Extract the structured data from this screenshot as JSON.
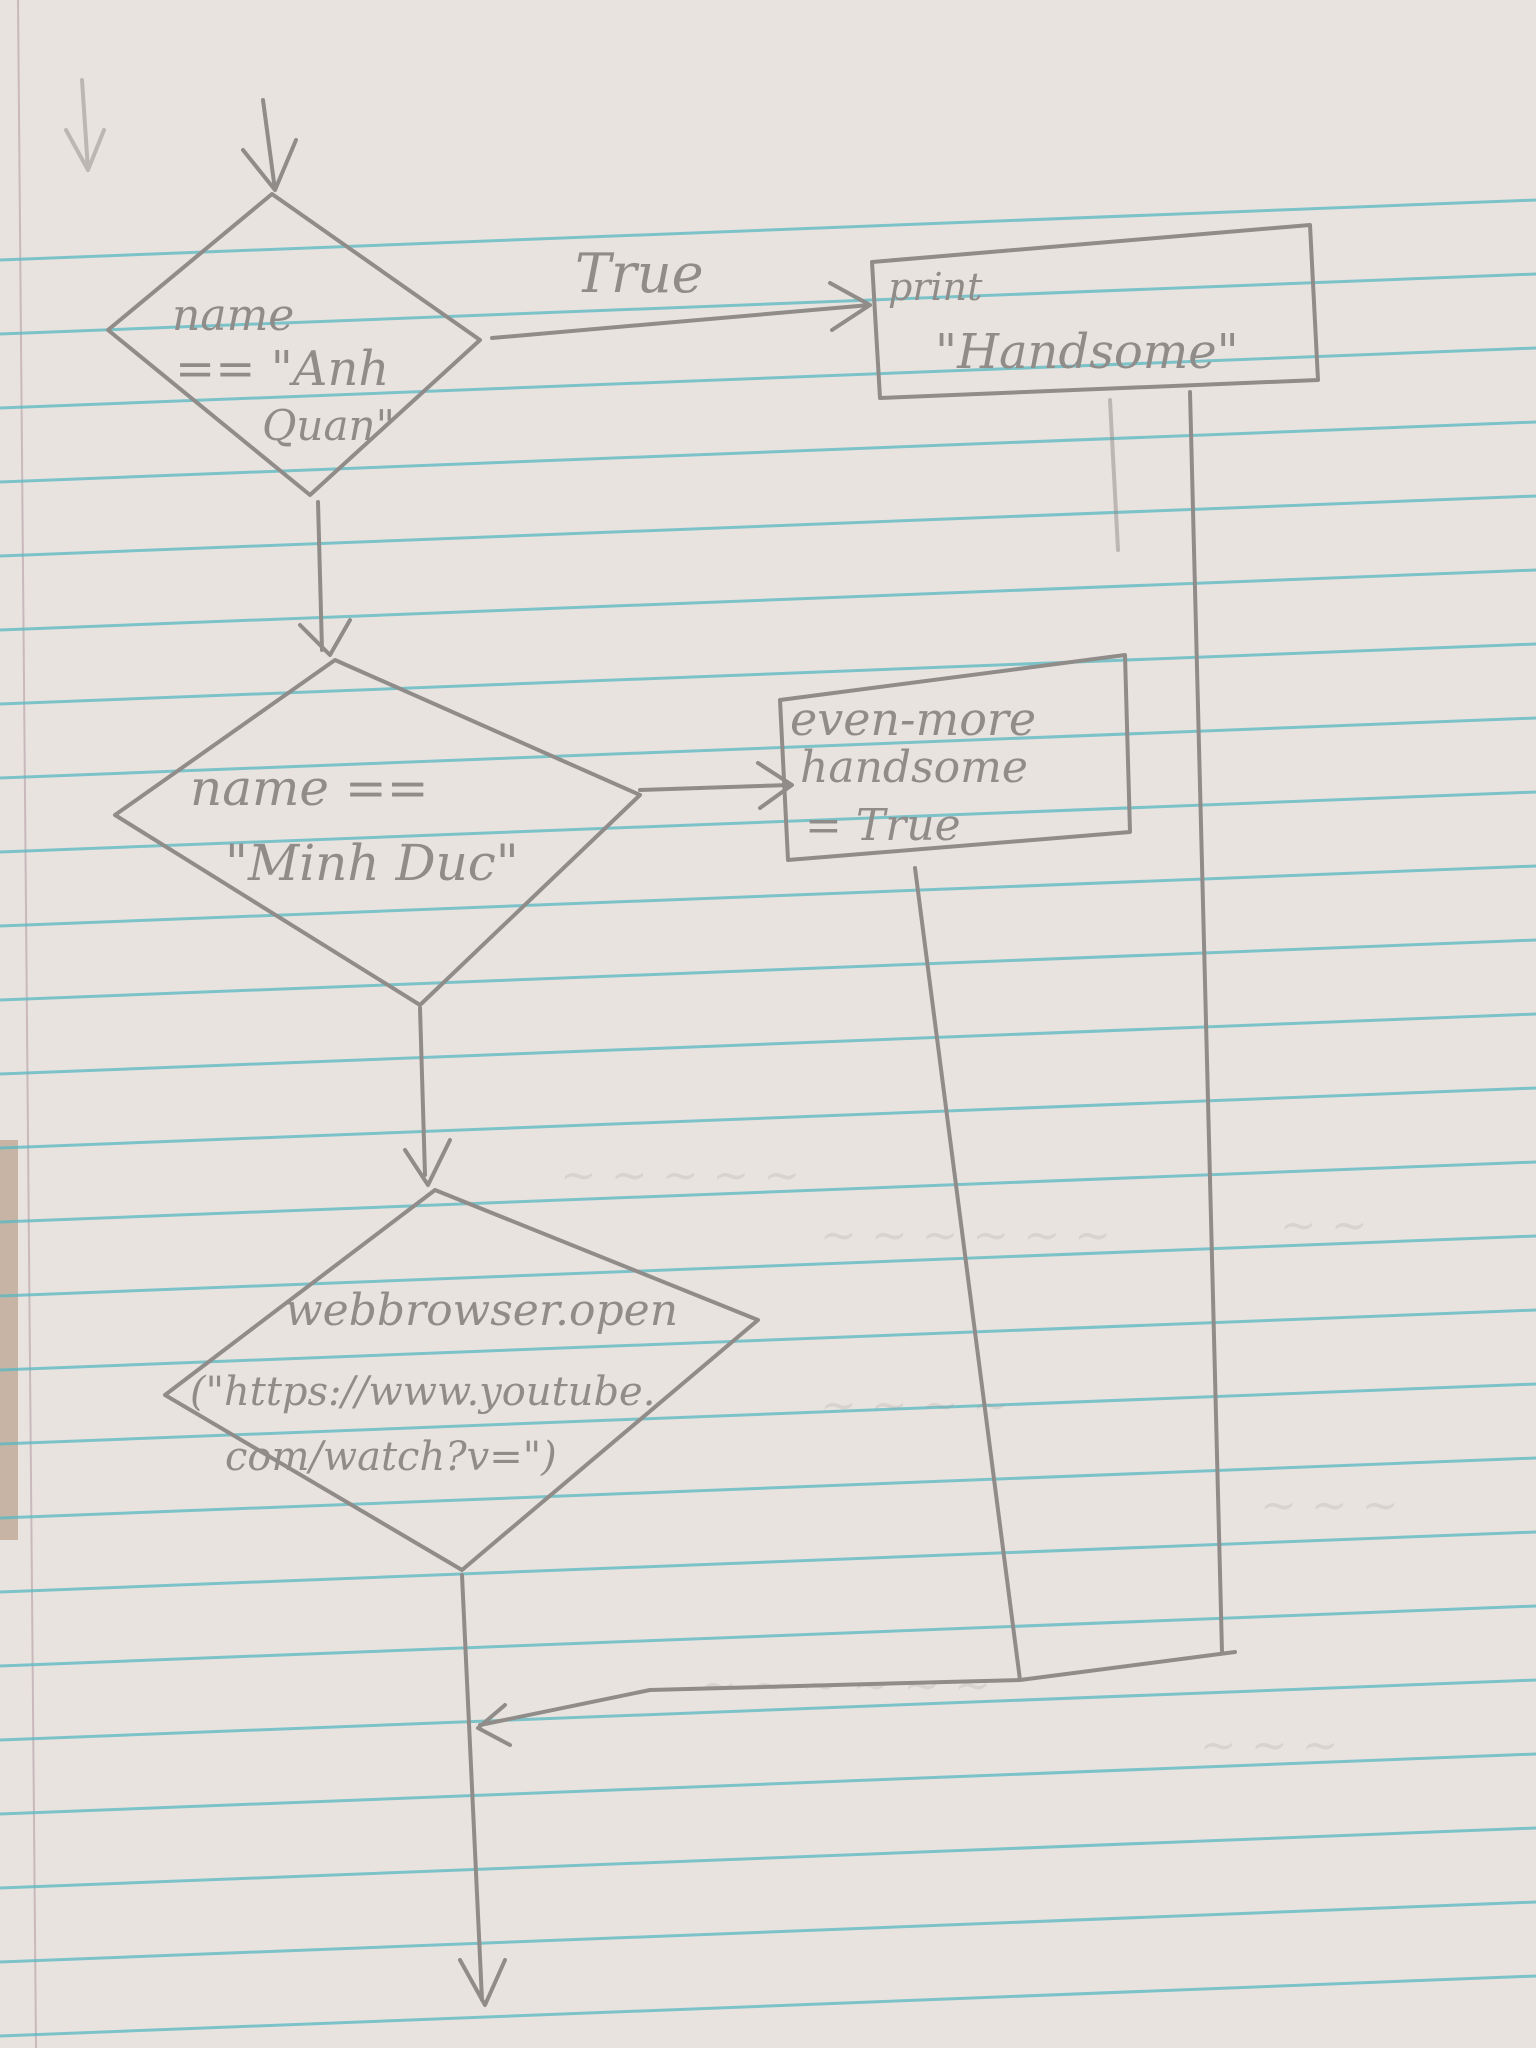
{
  "diagram": {
    "edge_label_true": "True",
    "decision_1": {
      "line1": "name",
      "line2": "== \"Anh",
      "line3": "Quan\""
    },
    "decision_2": {
      "line1": "name ==",
      "line2": "\"Minh Duc\""
    },
    "decision_3": {
      "line1": "webbrowser.open",
      "line2": "(\"https://www.youtube.",
      "line3": "com/watch?v=\")"
    },
    "process_1": {
      "line1": "print",
      "line2": "\"Handsome\""
    },
    "process_2": {
      "line1": "even-more",
      "line2": "handsome",
      "line3": "= True"
    }
  },
  "colors": {
    "paper": "#e9e3df",
    "rule_line": "#58b9c2",
    "margin_line": "#c9b9bc",
    "pencil": "#8f8c8a"
  }
}
